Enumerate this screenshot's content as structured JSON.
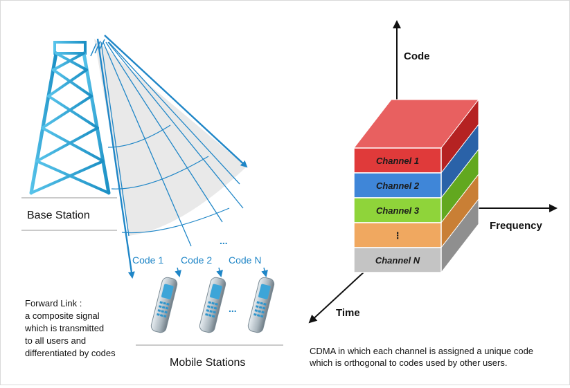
{
  "left_panel": {
    "base_station_label": "Base Station",
    "codes": [
      "Code 1",
      "Code 2",
      "Code N"
    ],
    "code_ellipsis": "...",
    "phone_ellipsis": "...",
    "mobile_stations_label": "Mobile Stations",
    "forward_link_lines": [
      "Forward Link :",
      "a composite signal",
      "which is transmitted",
      "to all users and",
      "differentiated by codes"
    ]
  },
  "right_panel": {
    "axes": {
      "code": "Code",
      "frequency": "Frequency",
      "time": "Time"
    },
    "channels": [
      {
        "label": "Channel 1",
        "color": "#e03a3a",
        "side": "#b52222",
        "top": "#e86060"
      },
      {
        "label": "Channel 2",
        "color": "#3f86d8",
        "side": "#2a62a8"
      },
      {
        "label": "Channel 3",
        "color": "#8fd43a",
        "side": "#62a81f"
      },
      {
        "label": "⋮",
        "color": "#f0a860",
        "side": "#c97f35"
      },
      {
        "label": "Channel N",
        "color": "#c4c4c4",
        "side": "#8f8f8f"
      }
    ],
    "caption_lines": [
      "CDMA in which each channel is assigned a unique code",
      "which is orthogonal to codes used by other users."
    ]
  },
  "colors": {
    "accent_blue": "#1f86c7",
    "tower_blue": "#28a9d8"
  }
}
